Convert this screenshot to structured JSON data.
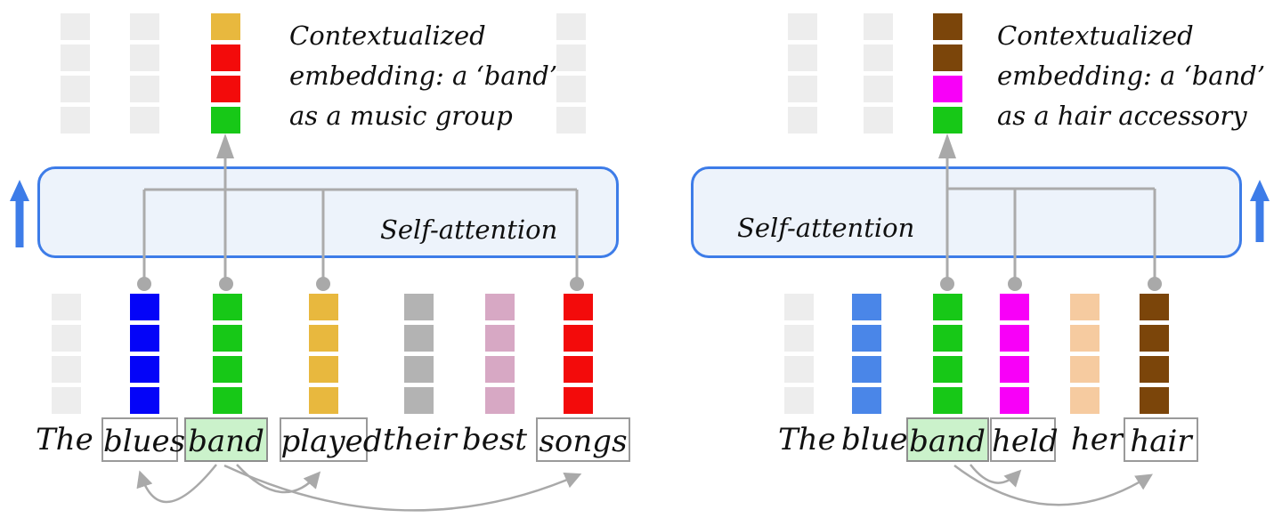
{
  "colors": {
    "ghost": "#EDEDED",
    "attention_box_fill": "#EDF3FB",
    "attention_box_border": "#3D7CE8",
    "blue_arrow": "#3D7CE8",
    "connector_gray": "#ABABAB",
    "highlight_fill": "#CBF2CB",
    "word_box_border": "#9A9A9A",
    "text": "#111111"
  },
  "figure": {
    "panels": [
      {
        "caption_lines": [
          "Contextualized",
          "embedding: a ‘band’",
          "as a music group"
        ],
        "attention_label": "Self-attention",
        "sentence": "The blues band played their best songs",
        "output_column_colors": [
          "#E8B83E",
          "#F30B0B",
          "#F30B0B",
          "#17C817"
        ],
        "words": [
          {
            "text": "The",
            "boxed": false,
            "highlighted": false,
            "embedding_color": "#EDEDED"
          },
          {
            "text": "blues",
            "boxed": true,
            "highlighted": false,
            "embedding_color": "#0404F8"
          },
          {
            "text": "band",
            "boxed": true,
            "highlighted": true,
            "embedding_color": "#17C817"
          },
          {
            "text": "played",
            "boxed": true,
            "highlighted": false,
            "embedding_color": "#E8B83E"
          },
          {
            "text": "their",
            "boxed": false,
            "highlighted": false,
            "embedding_color": "#B3B3B3"
          },
          {
            "text": "best",
            "boxed": false,
            "highlighted": false,
            "embedding_color": "#D7A8C4"
          },
          {
            "text": "songs",
            "boxed": true,
            "highlighted": false,
            "embedding_color": "#F30B0B"
          }
        ],
        "attended_words": [
          "blues",
          "played",
          "songs"
        ]
      },
      {
        "caption_lines": [
          "Contextualized",
          "embedding: a ‘band’",
          "as a hair accessory"
        ],
        "attention_label": "Self-attention",
        "sentence": "The blue band held her hair",
        "output_column_colors": [
          "#7B450A",
          "#7B450A",
          "#F800F8",
          "#17C817"
        ],
        "words": [
          {
            "text": "The",
            "boxed": false,
            "highlighted": false,
            "embedding_color": "#EDEDED"
          },
          {
            "text": "blue",
            "boxed": false,
            "highlighted": false,
            "embedding_color": "#4A86E8"
          },
          {
            "text": "band",
            "boxed": true,
            "highlighted": true,
            "embedding_color": "#17C817"
          },
          {
            "text": "held",
            "boxed": true,
            "highlighted": false,
            "embedding_color": "#F800F8"
          },
          {
            "text": "her",
            "boxed": false,
            "highlighted": false,
            "embedding_color": "#F6CBA0"
          },
          {
            "text": "hair",
            "boxed": true,
            "highlighted": false,
            "embedding_color": "#7B450A"
          }
        ],
        "attended_words": [
          "held",
          "hair"
        ]
      }
    ]
  }
}
